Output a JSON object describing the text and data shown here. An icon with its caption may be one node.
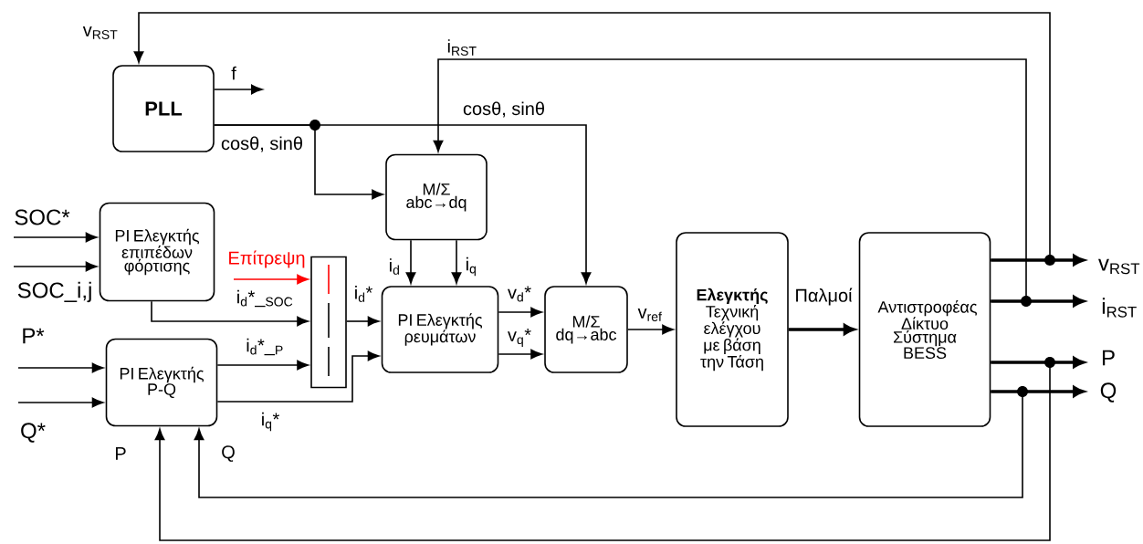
{
  "diagram": {
    "nodes": [
      {
        "text": [
          "PLL"
        ]
      },
      {
        "text": [
          "M/Σ abc→dq"
        ]
      },
      {
        "text": [
          "PI Ελεγκτής επιπέδων φόρτισης"
        ]
      },
      {
        "text": [
          "PI Ελεγκτής P-Q"
        ]
      },
      {
        "text": [],
        "shape": "box"
      },
      {
        "text": [
          "PI Ελεγκτής ρευμάτων"
        ]
      },
      {
        "text": [
          "M/Σ dq→abc"
        ]
      },
      {
        "text": [
          "Ελεγκτής",
          "Τεχνική ελέγχου με βάση την Τάση"
        ]
      },
      {
        "text": [
          "Αντιστροφέας Δίκτυο Σύστημα BESS"
        ]
      }
    ],
    "edges": [
      {
        "from": 8,
        "to": 0,
        "arrow": "to",
        "label": "v$_{RST}$"
      },
      {
        "from": 8,
        "to": 1,
        "arrow": "to",
        "label": "i$_{RST}$"
      },
      {
        "from": 0,
        "to": 1,
        "arrow": "to",
        "label": "cosθ, sinθ"
      },
      {
        "from": 0,
        "to": 6,
        "arrow": "to",
        "label": "cosθ, sinθ"
      },
      {
        "from": 0,
        "to": null,
        "arrow": "to",
        "label": "f"
      },
      {
        "from": null,
        "to": 2,
        "arrow": "to",
        "label": "SOC*"
      },
      {
        "from": null,
        "to": 2,
        "arrow": "to",
        "label": "SOC_i,j"
      },
      {
        "from": null,
        "to": 3,
        "arrow": "to",
        "label": "P*"
      },
      {
        "from": null,
        "to": 3,
        "arrow": "to",
        "label": "Q*"
      },
      {
        "from": 2,
        "to": 4,
        "arrow": "to",
        "label": "i$_{d}$*_$_{SOC}$"
      },
      {
        "from": 3,
        "to": 4,
        "arrow": "to",
        "label": "i$_{d}$*_$_{P}$"
      },
      {
        "from": null,
        "to": 4,
        "arrow": "to",
        "label": "Επίτρεψη",
        "color": "#ff0000"
      },
      {
        "from": 4,
        "to": 5,
        "arrow": "to",
        "label": "i$_{d}$*"
      },
      {
        "from": 3,
        "to": 5,
        "arrow": "to",
        "label": "i$_{q}$*"
      },
      {
        "from": 1,
        "to": 5,
        "arrow": "to",
        "label": "i$_{d}$"
      },
      {
        "from": 1,
        "to": 5,
        "arrow": "to",
        "label": "i$_{q}$"
      },
      {
        "from": 5,
        "to": 6,
        "arrow": "to",
        "label": "v$_{d}$*"
      },
      {
        "from": 5,
        "to": 6,
        "arrow": "to",
        "label": "v$_{q}$*"
      },
      {
        "from": 6,
        "to": 7,
        "arrow": "to",
        "label": "v$_{ref}$"
      },
      {
        "from": 7,
        "to": 8,
        "arrow": "to",
        "label": "Παλμοί",
        "style": "thick"
      },
      {
        "from": 8,
        "to": null,
        "arrow": "to",
        "label": "v$_{RST}$",
        "style": "thick"
      },
      {
        "from": 8,
        "to": null,
        "arrow": "to",
        "label": "i$_{RST}$",
        "style": "thick"
      },
      {
        "from": 8,
        "to": null,
        "arrow": "to",
        "label": "P",
        "style": "thick"
      },
      {
        "from": 8,
        "to": null,
        "arrow": "to",
        "label": "Q",
        "style": "thick"
      },
      {
        "from": 8,
        "to": 3,
        "arrow": "to",
        "label": "Q"
      },
      {
        "from": 8,
        "to": 3,
        "arrow": "to",
        "label": "P"
      }
    ]
  }
}
